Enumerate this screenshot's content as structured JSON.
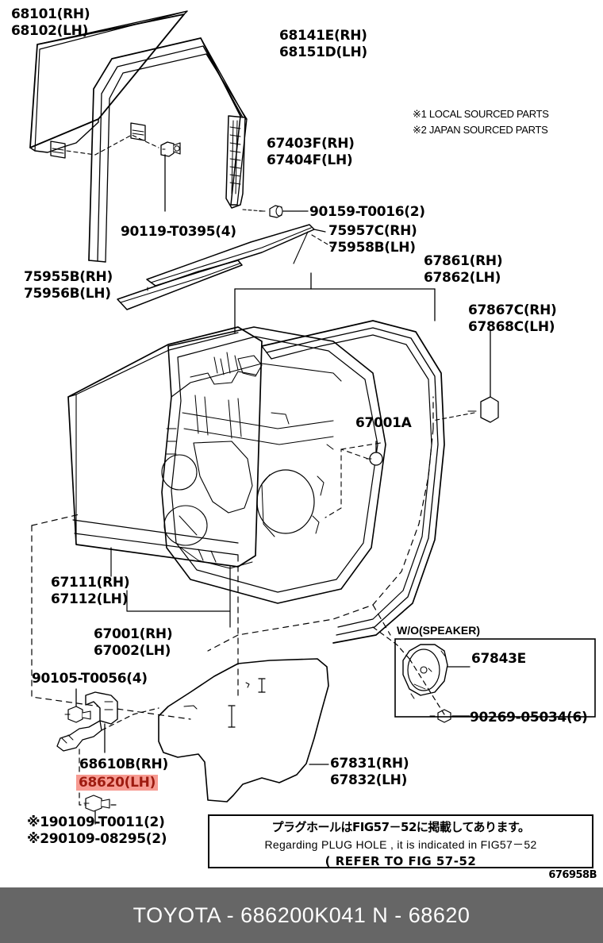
{
  "figure": {
    "code": "676958B",
    "notes": [
      {
        "mark": "※1",
        "text": "LOCAL SOURCED PARTS"
      },
      {
        "mark": "※2",
        "text": "JAPAN SOURCED PARTS"
      }
    ],
    "plug_hole_box": {
      "line_jp": "プラグホールはFIG57－52に掲載してあります。",
      "line_en": "Regarding  PLUG  HOLE , it is  indicated  in  FIG57－52",
      "line_ref": "( REFER  TO  FIG  57-52"
    },
    "speaker_box_caption": "W/O(SPEAKER)"
  },
  "callouts": {
    "glass": {
      "rh": "68101(RH)",
      "lh": "68102(LH)"
    },
    "run_channel": {
      "rh": "68141E(RH)",
      "lh": "68151D(LH)"
    },
    "div_bar": {
      "rh": "67403F(RH)",
      "lh": "67404F(LH)"
    },
    "screw_90119": "90119-T0395(4)",
    "screw_90159": "90159-T0016(2)",
    "belt_molding_outer": {
      "rh": "75957C(RH)",
      "lh": "75958B(LH)"
    },
    "belt_molding_upper": {
      "rh": "75955B(RH)",
      "lh": "75956B(LH)"
    },
    "weatherstrip": {
      "rh": "67861(RH)",
      "lh": "67862(LH)"
    },
    "weatherstrip_clip": {
      "rh": "67867C(RH)",
      "lh": "67868C(LH)"
    },
    "clip_67001a": "67001A",
    "door_outer_panel": {
      "rh": "67111(RH)",
      "lh": "67112(LH)"
    },
    "door_panel_sub": {
      "rh": "67001(RH)",
      "lh": "67002(LH)"
    },
    "bolt_90105": "90105-T0056(4)",
    "door_check": {
      "rh": "68610B(RH)",
      "lh": "68620(LH)"
    },
    "bolt_90109_1": {
      "mark": "※1",
      "pn": "90109-T0011(2)"
    },
    "bolt_90109_2": {
      "mark": "※2",
      "pn": "90109-08295(2)"
    },
    "service_hole_cover": {
      "rh": "67831(RH)",
      "lh": "67832(LH)"
    },
    "speaker": "67843E",
    "speaker_screw": "90269-05034(6)"
  },
  "highlight": {
    "part_number": "68620(LH)",
    "background": "#f79b92",
    "text_color": "#9e1b10"
  },
  "banner": {
    "text": "TOYOTA - 686200K041    N - 68620",
    "background": "#666666",
    "text_color": "#ffffff"
  }
}
